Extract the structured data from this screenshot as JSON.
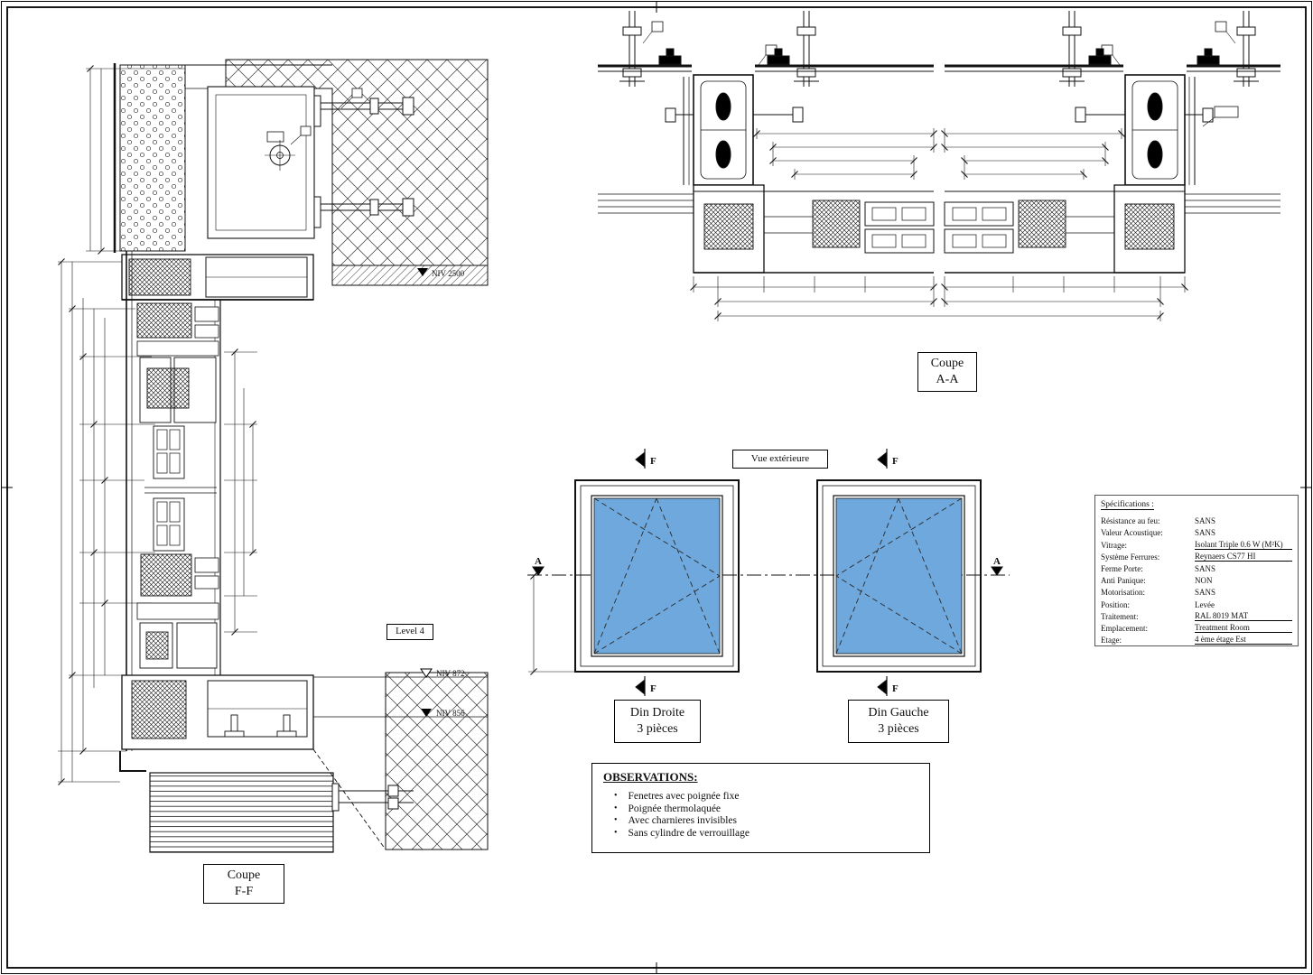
{
  "sheet": {
    "glass_color": "#6fa8dc",
    "line_color": "#111111",
    "background": "#ffffff"
  },
  "sections": {
    "coupe_aa": {
      "line1": "Coupe",
      "line2": "A-A"
    },
    "coupe_ff": {
      "line1": "Coupe",
      "line2": "F-F"
    },
    "vue_exterieure": "Vue extérieure",
    "level": "Level 4"
  },
  "levels": {
    "niv_2500": "NIV 2500",
    "niv_872": "NIV 872",
    "niv_856": "NIV 856"
  },
  "windows": {
    "left": {
      "line1": "Din Droite",
      "line2": "3 pièces"
    },
    "right": {
      "line1": "Din Gauche",
      "line2": "3 pièces"
    }
  },
  "section_markers": {
    "f": "F",
    "a": "A"
  },
  "observations": {
    "title": "OBSERVATIONS:",
    "bullet": "•",
    "items": [
      "Fenetres avec poignée fixe",
      "Poignée thermolaquée",
      "Avec charnieres invisibles",
      "Sans cylindre de verrouillage"
    ]
  },
  "specifications": {
    "title": "Spécifications :",
    "rows": [
      {
        "label": "Résistance au feu:",
        "value": "SANS"
      },
      {
        "label": "Valeur Acoustique:",
        "value": "SANS"
      },
      {
        "label": "Vitrage:",
        "value": "Isolant Triple 0.6 W (M²K)"
      },
      {
        "label": "Système Ferrures:",
        "value": "Reynaers CS77 HI"
      },
      {
        "label": "Ferme Porte:",
        "value": "SANS"
      },
      {
        "label": "Anti Panique:",
        "value": "NON"
      },
      {
        "label": "Motorisation:",
        "value": "SANS"
      },
      {
        "label": "Position:",
        "value": "Levée"
      },
      {
        "label": "Traitement:",
        "value": "RAL 8019 MAT"
      },
      {
        "label": "Emplacement:",
        "value": "Treatment Room"
      },
      {
        "label": "Etage:",
        "value": "4 ème étage Est"
      }
    ]
  }
}
